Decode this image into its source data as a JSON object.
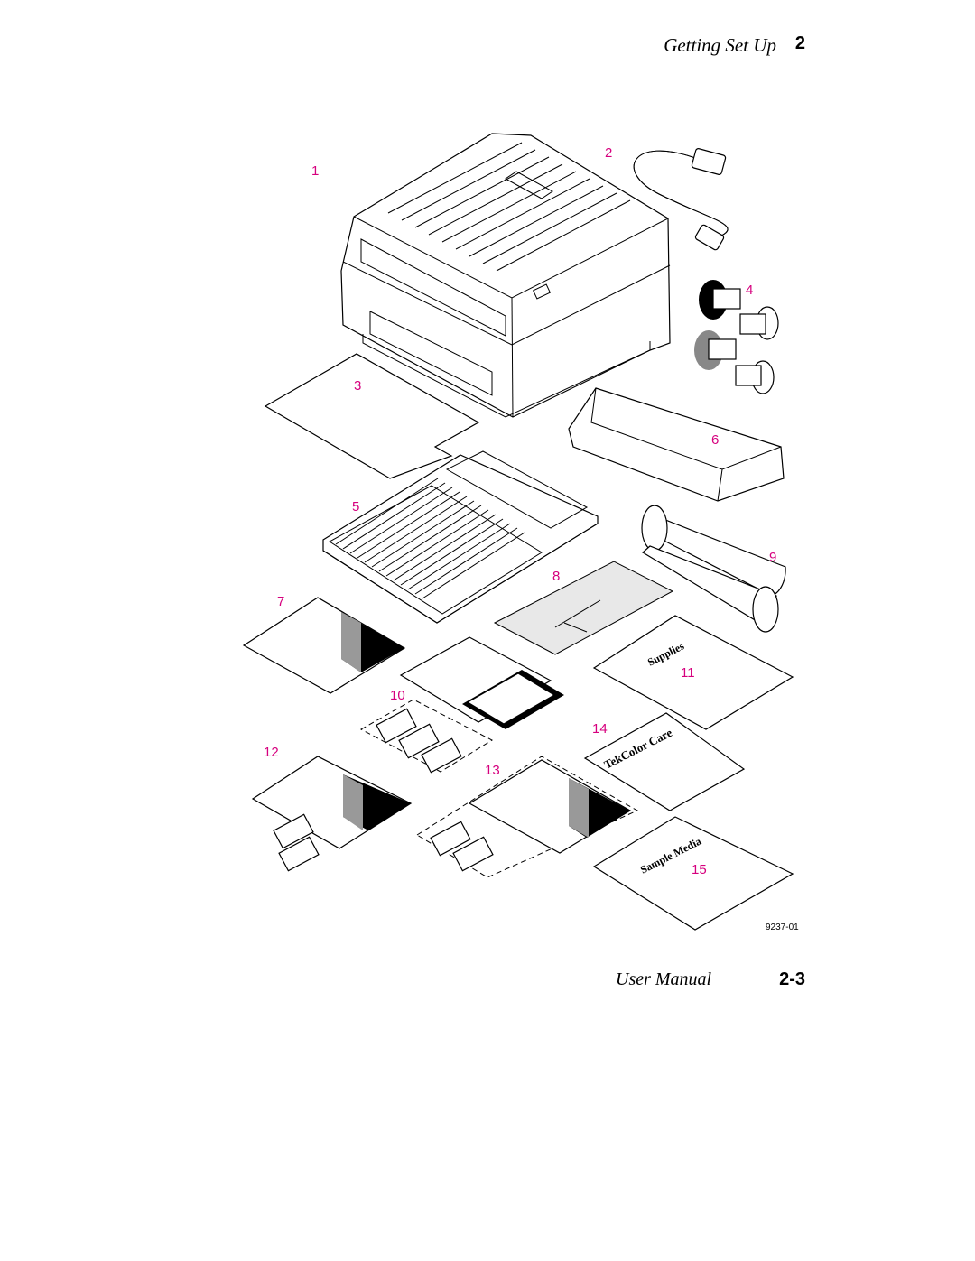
{
  "header": {
    "section_title": "Getting Set Up",
    "chapter_number": "2"
  },
  "footer": {
    "manual_title": "User Manual",
    "page_number": "2-3"
  },
  "figure": {
    "figure_id": "9237-01",
    "callouts": [
      "1",
      "2",
      "3",
      "4",
      "5",
      "6",
      "7",
      "8",
      "9",
      "10",
      "11",
      "12",
      "13",
      "14",
      "15"
    ],
    "package_labels": {
      "supplies": "Supplies",
      "care": "TekColor Care",
      "sample_media": "Sample Media"
    }
  }
}
